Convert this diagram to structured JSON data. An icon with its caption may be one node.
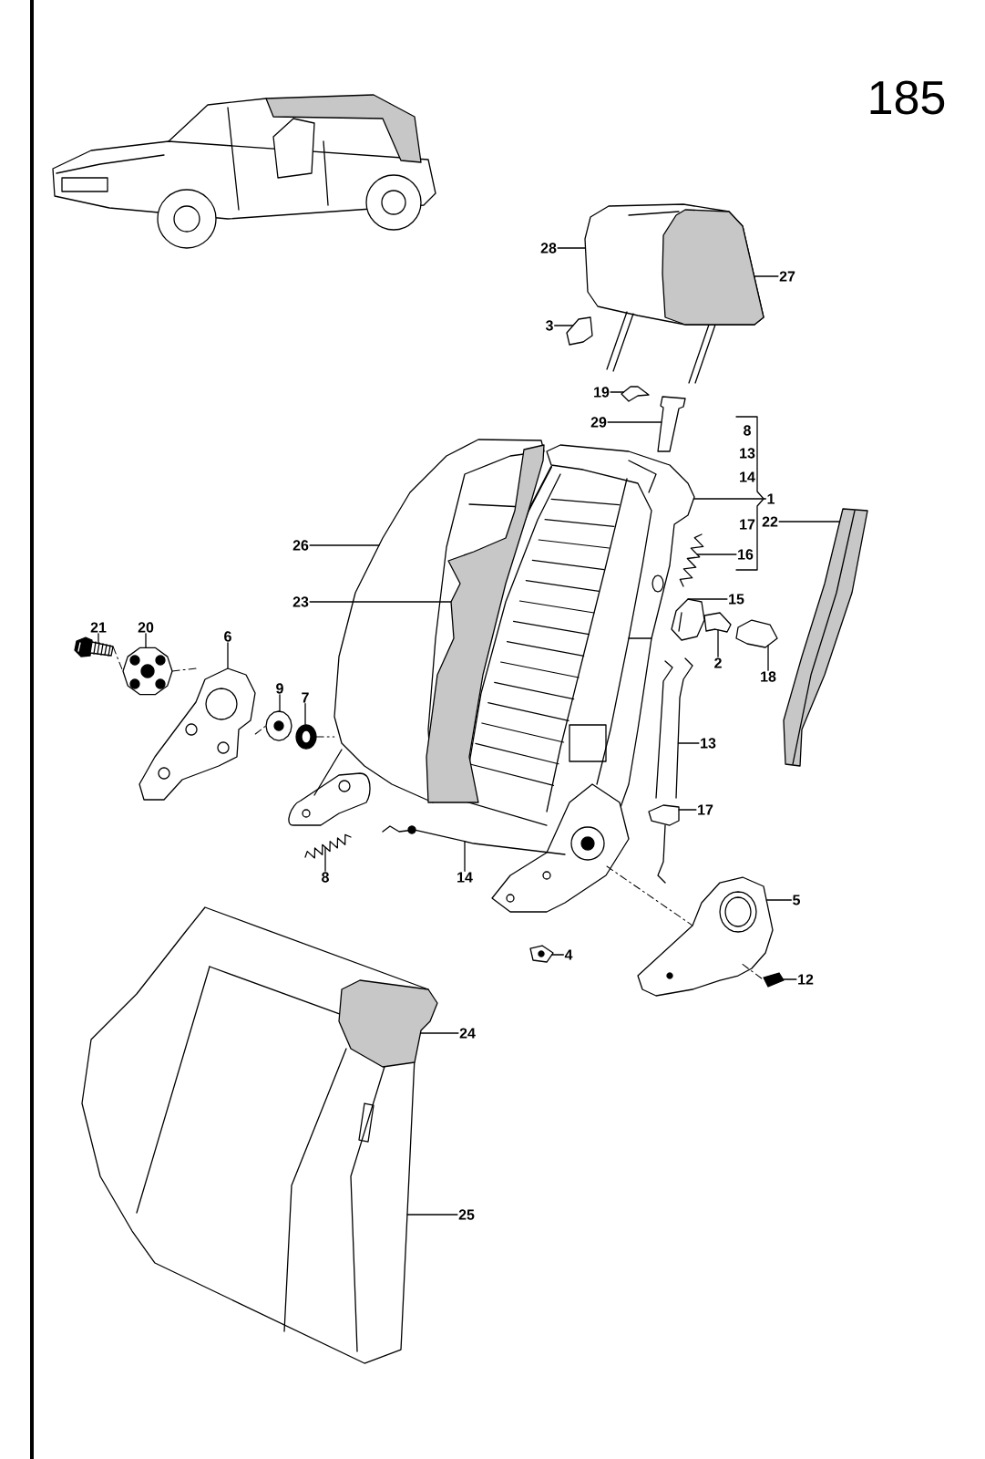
{
  "diagram": {
    "nodes": [
      {
        "text": [
          "28"
        ]
      },
      {
        "text": [],
        "shape": "picture"
      },
      {
        "text": [
          "27"
        ]
      },
      {
        "text": [],
        "shape": "picture",
        "in": 1
      },
      {
        "text": [
          "3"
        ]
      },
      {
        "text": [],
        "shape": "picture"
      },
      {
        "text": [
          "19"
        ]
      },
      {
        "text": [],
        "shape": "picture"
      },
      {
        "text": [
          "29"
        ]
      },
      {
        "text": [],
        "shape": "picture"
      },
      {
        "text": [
          "1"
        ]
      },
      {
        "text": [],
        "shape": "picture"
      },
      {
        "text": [
          "26"
        ]
      },
      {
        "text": [],
        "shape": "picture"
      },
      {
        "text": [
          "16"
        ]
      },
      {
        "text": [],
        "shape": "picture"
      },
      {
        "text": [
          "22"
        ]
      },
      {
        "text": [],
        "shape": "picture"
      },
      {
        "text": [
          "23"
        ]
      },
      {
        "text": [],
        "shape": "picture"
      },
      {
        "text": [
          "15"
        ]
      },
      {
        "text": [],
        "shape": "picture"
      },
      {
        "text": [
          "21"
        ]
      },
      {
        "text": [],
        "shape": "picture"
      },
      {
        "text": [
          "20"
        ]
      },
      {
        "text": [],
        "shape": "picture"
      },
      {
        "text": [
          "6"
        ]
      },
      {
        "text": [],
        "shape": "picture"
      },
      {
        "text": [
          "2"
        ]
      },
      {
        "text": [],
        "shape": "picture"
      },
      {
        "text": [
          "18"
        ]
      },
      {
        "text": [],
        "shape": "picture"
      },
      {
        "text": [
          "9"
        ]
      },
      {
        "text": [],
        "shape": "picture"
      },
      {
        "text": [
          "7"
        ]
      },
      {
        "text": [],
        "shape": "picture"
      },
      {
        "text": [
          "13"
        ]
      },
      {
        "text": [],
        "shape": "picture"
      },
      {
        "text": [
          "17"
        ]
      },
      {
        "text": [],
        "shape": "picture"
      },
      {
        "text": [
          "8"
        ]
      },
      {
        "text": [],
        "shape": "picture"
      },
      {
        "text": [
          "14"
        ]
      },
      {
        "text": [],
        "shape": "picture"
      },
      {
        "text": [
          "5"
        ]
      },
      {
        "text": [],
        "shape": "picture"
      },
      {
        "text": [
          "4"
        ]
      },
      {
        "text": [],
        "shape": "picture"
      },
      {
        "text": [
          "12"
        ]
      },
      {
        "text": [],
        "shape": "picture"
      },
      {
        "text": [
          "25"
        ]
      },
      {
        "text": [],
        "shape": "picture"
      },
      {
        "text": [
          "24"
        ]
      },
      {
        "text": [],
        "shape": "picture",
        "in": 51
      }
    ],
    "edges": [
      {
        "from": 0,
        "to": 1,
        "arrow": "none"
      },
      {
        "from": 2,
        "to": 3,
        "arrow": "none"
      },
      {
        "from": 4,
        "to": 5,
        "arrow": "none"
      },
      {
        "from": 6,
        "to": 7,
        "arrow": "none"
      },
      {
        "from": 8,
        "to": 9,
        "arrow": "none"
      },
      {
        "from": 10,
        "to": 11,
        "arrow": "none"
      },
      {
        "from": 12,
        "to": 13,
        "arrow": "none"
      },
      {
        "from": 14,
        "to": 15,
        "arrow": "none"
      },
      {
        "from": 16,
        "to": 17,
        "arrow": "none"
      },
      {
        "from": 18,
        "to": 19,
        "arrow": "none"
      },
      {
        "from": 20,
        "to": 21,
        "arrow": "none"
      },
      {
        "from": 22,
        "to": 23,
        "arrow": "none"
      },
      {
        "from": 24,
        "to": 25,
        "arrow": "none"
      },
      {
        "from": 26,
        "to": 27,
        "arrow": "none"
      },
      {
        "from": 28,
        "to": 29,
        "arrow": "none"
      },
      {
        "from": 30,
        "to": 31,
        "arrow": "none"
      },
      {
        "from": 32,
        "to": 33,
        "arrow": "none"
      },
      {
        "from": 34,
        "to": 35,
        "arrow": "none"
      },
      {
        "from": 36,
        "to": 37,
        "arrow": "none"
      },
      {
        "from": 38,
        "to": 39,
        "arrow": "none"
      },
      {
        "from": 40,
        "to": 41,
        "arrow": "none"
      },
      {
        "from": 42,
        "to": 43,
        "arrow": "none"
      },
      {
        "from": 44,
        "to": 45,
        "arrow": "none"
      },
      {
        "from": 46,
        "to": 47,
        "arrow": "none"
      },
      {
        "from": 48,
        "to": 49,
        "arrow": "none"
      },
      {
        "from": 50,
        "to": 51,
        "arrow": "none"
      },
      {
        "from": 52,
        "to": 53,
        "arrow": "none"
      },
      {
        "from": 23,
        "to": 25,
        "arrow": "none",
        "style": "dashed"
      },
      {
        "from": 25,
        "to": 27,
        "arrow": "none",
        "style": "dashed"
      },
      {
        "from": 27,
        "to": 33,
        "arrow": "none",
        "style": "dashed"
      },
      {
        "from": 35,
        "to": 13,
        "arrow": "none",
        "style": "dashed"
      },
      {
        "from": null,
        "to": 45,
        "arrow": "none",
        "style": "dashed"
      },
      {
        "from": 45,
        "to": 49,
        "arrow": "none",
        "style": "dashed"
      }
    ],
    "labels": [
      "185",
      "8",
      "13",
      "14",
      "17"
    ]
  }
}
